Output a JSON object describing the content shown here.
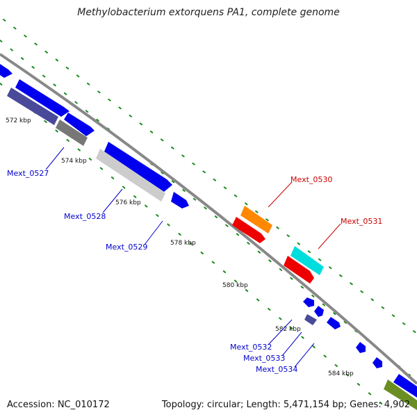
{
  "title": "Methylobacterium extorquens PA1, complete genome",
  "footer": {
    "accession": "Accession: NC_010172",
    "info": "Topology: circular; Length: 5,471,154 bp; Genes: 4,902"
  },
  "tick_labels": [
    "572 kbp",
    "574 kbp",
    "576 kbp",
    "578 kbp",
    "580 kbp",
    "582 kbp",
    "584 kbp"
  ],
  "gene_labels": [
    {
      "text": "Mext_0527",
      "color": "#0000cc"
    },
    {
      "text": "Mext_0528",
      "color": "#0000cc"
    },
    {
      "text": "Mext_0529",
      "color": "#0000cc"
    },
    {
      "text": "Mext_0530",
      "color": "#cc0000"
    },
    {
      "text": "Mext_0531",
      "color": "#cc0000"
    },
    {
      "text": "Mext_0532",
      "color": "#0000cc"
    },
    {
      "text": "Mext_0533",
      "color": "#0000cc"
    },
    {
      "text": "Mext_0534",
      "color": "#0000cc"
    }
  ],
  "colors": {
    "backbone": "#888888",
    "tick": "#1a8a1a",
    "cds": "#0000ee",
    "purple": "#4a4a9a",
    "gray": "#777777",
    "lightgray": "#cccccc",
    "orange": "#ff8800",
    "red": "#ee0000",
    "cyan": "#00dddd",
    "olive": "#6b8e23"
  }
}
